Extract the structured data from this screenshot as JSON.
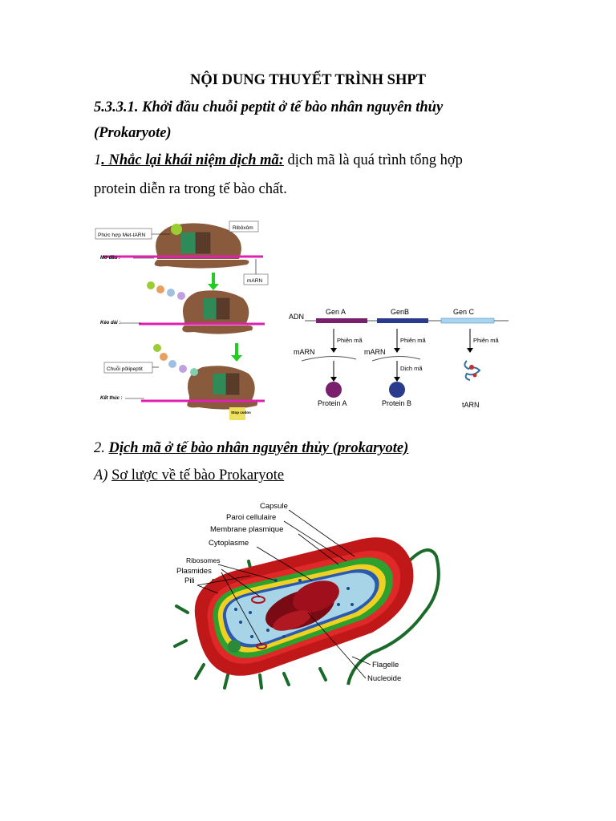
{
  "heading": "NỘI DUNG THUYẾT TRÌNH SHPT",
  "section": {
    "line1": "5.3.3.1. Khởi đầu chuỗi peptit ở tế bào nhân nguyên thủy",
    "line2": "(Prokaryote)"
  },
  "item1": {
    "number": "1",
    "title": ". Nhắc lại khái niệm dịch mã:",
    "text_a": " dịch mã là quá trình tổng hợp",
    "text_b": "protein diễn ra trong tế bào chất."
  },
  "fig_translation": {
    "labels": {
      "complex": "Phức hợp Met-tARN",
      "ribosome": "Ribôxôm",
      "start": "Mở đầu :",
      "mrna": "mARN",
      "elong": "Kéo dài :",
      "chain": "Chuỗi pôlipeptit",
      "end": "Kết thúc :",
      "stop": "Stop codon"
    }
  },
  "fig_genes": {
    "adn": "ADN",
    "genes": [
      "Gen A",
      "GenB",
      "Gen C"
    ],
    "gene_colors": [
      "#7a1f6e",
      "#2a3a8c",
      "#a8d4f0"
    ],
    "transcription": "Phiên mã",
    "mrna": "mARN",
    "translation": "Dịch mã",
    "products": [
      "Protein A",
      "Protein B",
      "tARN"
    ]
  },
  "item2": {
    "number": "2.",
    "title": "Dịch mã ở tế bào nhân nguyên thủy (prokaryote)"
  },
  "itemA": {
    "letter": "A)",
    "title": "Sơ lược về tế bào Prokaryote"
  },
  "fig_cell": {
    "labels": [
      "Capsule",
      "Paroi cellulaire",
      "Membrane plasmique",
      "Cytoplasme",
      "Ribosomes",
      "Plasmides",
      "Pili",
      "Flagelle",
      "Nucleoide"
    ]
  }
}
